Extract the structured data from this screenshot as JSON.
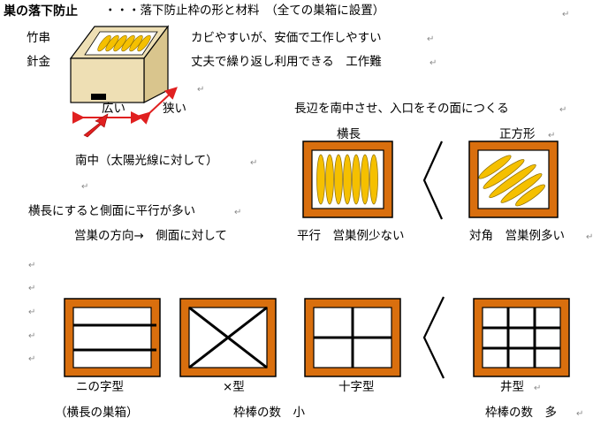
{
  "heading": {
    "title": "巣の落下防止",
    "subtitle": "・・・落下防止枠の形と材料　（全ての巣箱に設置）"
  },
  "materials": [
    {
      "name": "竹串",
      "desc": "カビやすいが、安価で工作しやすい"
    },
    {
      "name": "針金",
      "desc": "丈夫で繰り返し利用できる　工作難"
    }
  ],
  "box_labels": {
    "wide": "広い",
    "narrow": "狭い",
    "south": "南中（太陽光線に対して）"
  },
  "orientation": {
    "note": "長辺を南中させ、入口をその面につくる",
    "landscape": "横長",
    "square": "正方形",
    "compare_symbol": "＜",
    "landscape_caption": "平行　営巣例少ない",
    "square_caption": "対角　営巣例多い",
    "side_note": "横長にすると側面に平行が多い",
    "direction_note": "営巣の方向→　側面に対して"
  },
  "frames": {
    "types": [
      "ニの字型",
      "×型",
      "十字型",
      "井型"
    ],
    "compare_symbol": "＜",
    "note_left": "（横長の巣箱）",
    "note_mid": "枠棒の数　小",
    "note_right": "枠棒の数　多"
  },
  "colors": {
    "frame": "#d96f0e",
    "comb": "#f5c000",
    "box_wood": "#eedfb4",
    "arrow": "#e02020"
  }
}
